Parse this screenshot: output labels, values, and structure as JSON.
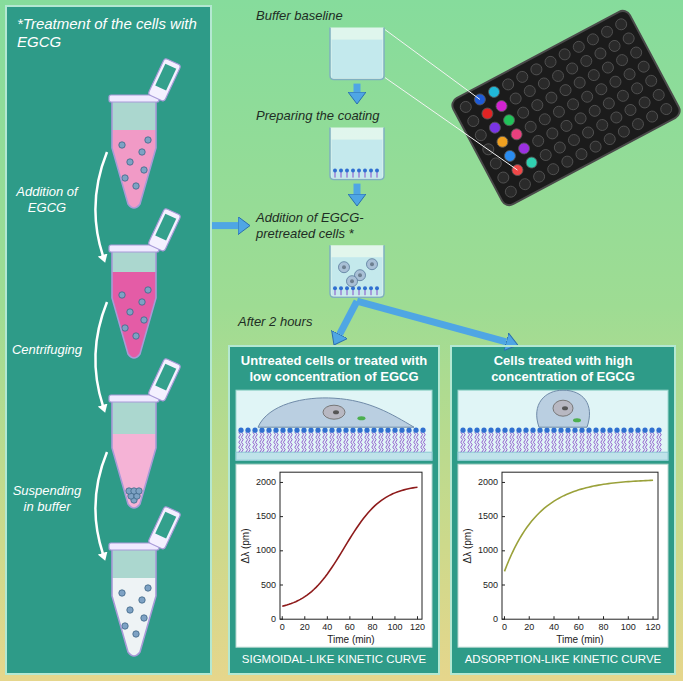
{
  "diagram": {
    "nodes": [
      {
        "text": [
          "*Treatment of the cells with EGCG"
        ]
      },
      {
        "text": [
          "Buffer baseline"
        ]
      },
      {
        "text": [
          "Preparing the coating"
        ]
      },
      {
        "text": [
          "Addition of EGCG-pretreated cells *"
        ]
      },
      {
        "text": [
          "Untreated cells or treated with low concentration of EGCG",
          "SIGMOIDAL-LIKE KINETIC CURVE"
        ]
      },
      {
        "text": [
          "Cells treated with high concentration of EGCG",
          "ADSORPTION-LIKE KINETIC CURVE"
        ]
      }
    ],
    "edges": [
      {
        "from": 0,
        "to": 3,
        "arrow": "to"
      },
      {
        "from": 1,
        "to": 2,
        "arrow": "to"
      },
      {
        "from": 2,
        "to": 3,
        "arrow": "to"
      },
      {
        "from": 3,
        "to": 4,
        "arrow": "to"
      },
      {
        "from": 3,
        "to": 5,
        "arrow": "to"
      }
    ],
    "labels": [
      "Addition of EGCG",
      "Centrifuging",
      "Suspending in buffer",
      "After 2 hours",
      "0",
      "500",
      "1000",
      "1500",
      "2000",
      "0",
      "20",
      "40",
      "60",
      "80",
      "100",
      "120",
      "Time (min)",
      "Δλ (pm)",
      "0",
      "500",
      "1000",
      "1500",
      "2000",
      "0",
      "20",
      "40",
      "60",
      "80",
      "100",
      "120",
      "Time (min)",
      "Δλ (pm)"
    ]
  }
}
